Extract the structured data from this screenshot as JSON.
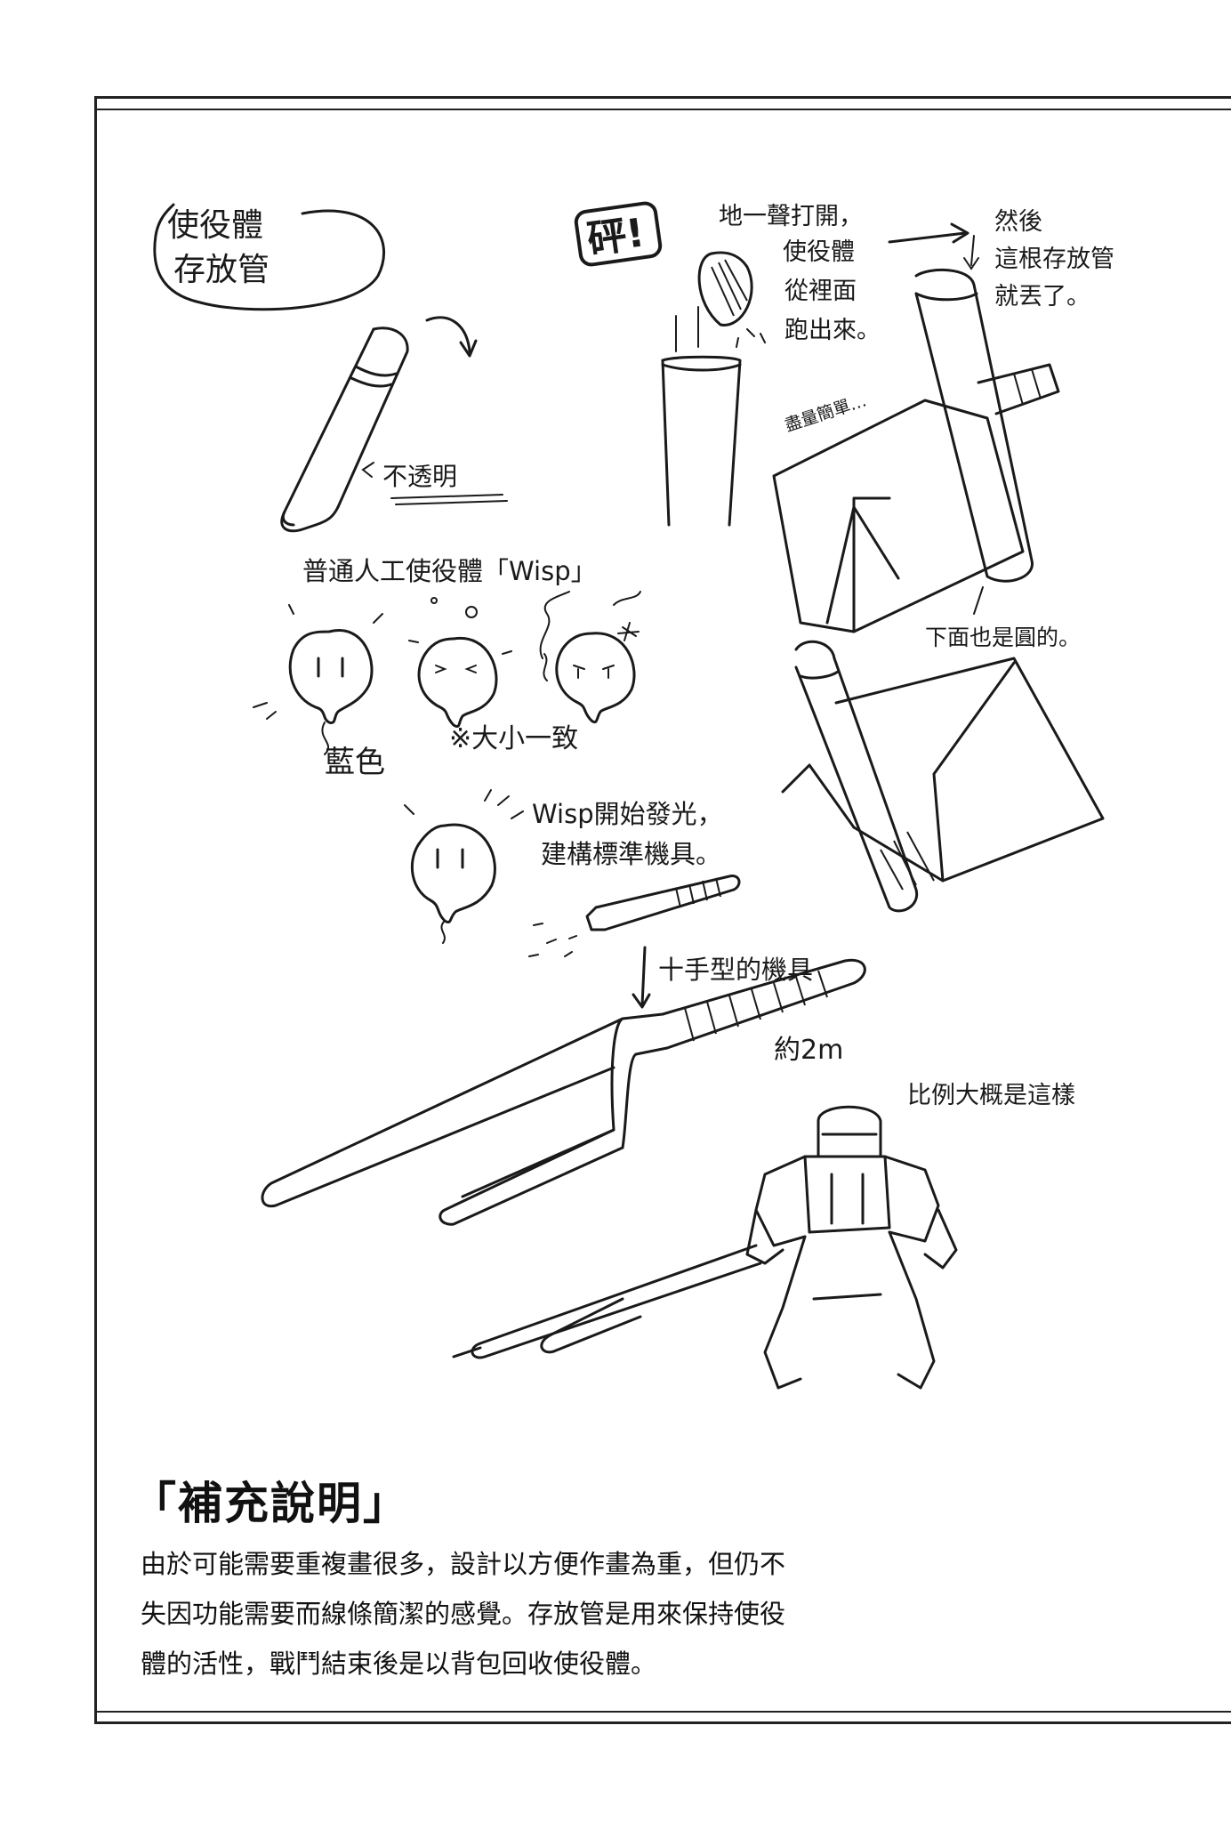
{
  "labels": {
    "tube_title_line1": "使役體",
    "tube_title_line2": "存放管",
    "opaque": "不透明",
    "wisp_header": "普通人工使役體「Wisp」",
    "blue": "藍色",
    "same_size": "※大小一致",
    "wisp_glow_line1": "Wisp開始發光，",
    "wisp_glow_line2": "建構標準機具。",
    "cross_tool": "十手型的機具",
    "length": "約2m",
    "scale": "比例大概是這樣",
    "bang": "砰!",
    "open_line1": "地一聲打開，",
    "open_line2": "使役體",
    "open_line3": "從裡面",
    "open_line4": "跑出來。",
    "then_line1": "然後",
    "then_line2": "這根存放管",
    "then_line3": "就丟了。",
    "simple": "盡量簡單…",
    "bottom_round": "下面也是圓的。"
  },
  "note": {
    "title": "「補充說明」",
    "lines": [
      "由於可能需要重複畫很多，設計以方便作畫為重，但仍不",
      "失因功能需要而線條簡潔的感覺。存放管是用來保持使役",
      "體的活性，戰鬥結束後是以背包回收使役體。"
    ]
  }
}
